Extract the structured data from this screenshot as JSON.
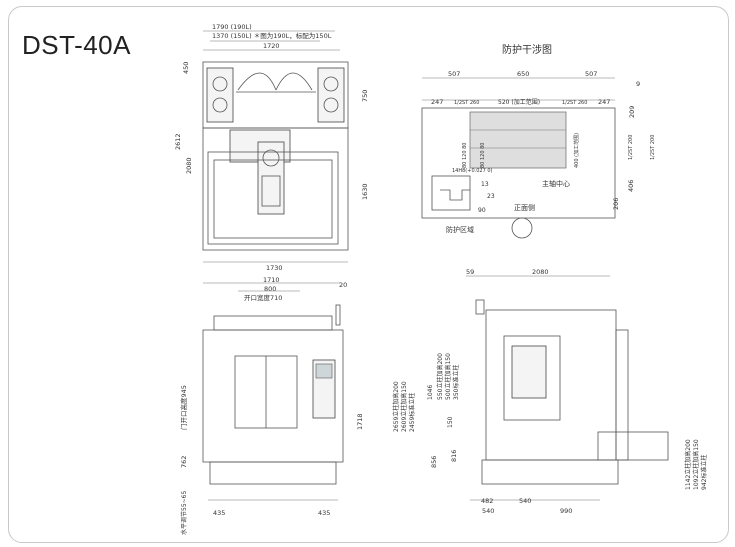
{
  "title": "DST-40A",
  "interference_title": "防护干涉图",
  "top_view": {
    "dim_1790": "1790 (190L)",
    "dim_1370": "1370 (150L) ＊图为190L，标配为150L",
    "dim_1720": "1720",
    "dim_450": "450",
    "dim_750": "750",
    "dim_2612": "2612",
    "dim_2080": "2080",
    "dim_1630": "1630",
    "dim_1730": "1730"
  },
  "interference": {
    "dim_507_left": "507",
    "dim_650": "650",
    "dim_507_right": "507",
    "dim_9": "9",
    "dim_247_left": "247",
    "label_2st260_left": "1/2ST 260",
    "label_520": "520 (加工范围)",
    "label_2st260_right": "1/2ST 260",
    "dim_247_right": "247",
    "dim_209": "209",
    "label_80_120_left": "80 120 80",
    "label_80_120_mid": "80 120 80",
    "label_400_range": "400 (加工范围)",
    "label_2st200_a": "1/2ST 200",
    "label_2st200_b": "1/2ST 200",
    "label_14h8": "14H8(+0.027 0)",
    "dim_13": "13",
    "dim_23": "23",
    "label_90": "90",
    "label_spindle": "主轴中心",
    "dim_406": "406",
    "dim_206": "206",
    "label_front": "正面侧",
    "label_guard_zone": "防护区域"
  },
  "front_view": {
    "dim_1710": "1710",
    "dim_800": "800",
    "dim_20": "20",
    "label_opening_width": "开口宽度710",
    "label_opening_height": "门开口高度945",
    "dim_1718": "1718",
    "dim_762": "762",
    "label_leveling": "水平调节55~65",
    "dim_435_left": "435",
    "dim_435_right": "435"
  },
  "side_view": {
    "dim_59": "59",
    "dim_2080": "2080",
    "dim_1046": "1046",
    "label_col_a": "2659立柱加高200",
    "label_col_b": "2609立柱加高150",
    "label_col_c": "2459标准立柱",
    "label_col_d": "550立柱加高200",
    "label_col_e": "500立柱加高150",
    "label_col_f": "350标准立柱",
    "dim_150": "150",
    "dim_856": "856",
    "dim_816": "816",
    "label_r_a": "1142立柱加高200",
    "label_r_b": "1092立柱加高150",
    "label_r_c": "942标准立柱",
    "dim_482": "482",
    "dim_540_a": "540",
    "dim_540_b": "540",
    "dim_990": "990"
  }
}
